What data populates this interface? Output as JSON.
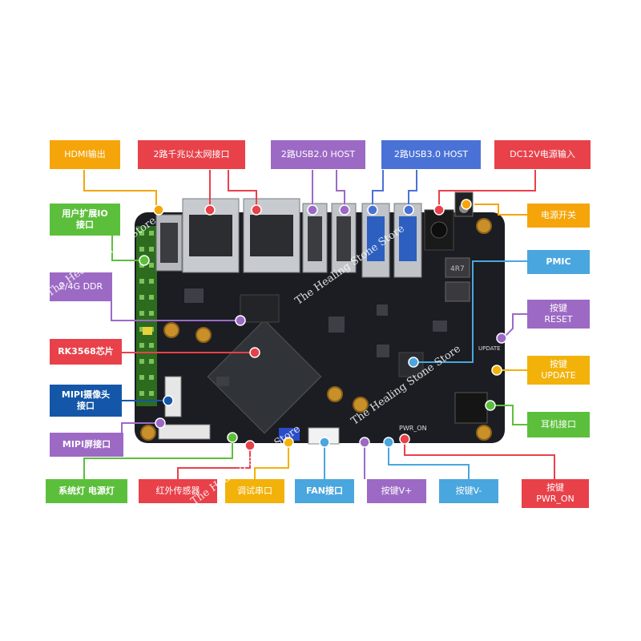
{
  "colors": {
    "orange": "#f5a50a",
    "red": "#e8414a",
    "purple": "#9c6ac4",
    "blue": "#4a72d6",
    "green": "#5cbf3c",
    "cyan": "#4aa6de",
    "gold": "#f2b20a",
    "navy": "#1457a8",
    "board": "#1b1d22"
  },
  "labels": {
    "hdmi": "HDMI输出",
    "ethernet": "2路千兆以太网接口",
    "usb2": "2路USB2.0 HOST",
    "usb3": "2路USB3.0 HOST",
    "dc_power": "DC12V电源输入",
    "user_io": "用户扩展IO\n接口",
    "power_switch": "电源开关",
    "ddr": "2/4G DDR",
    "pmic": "PMIC",
    "reset": "按键\nRESET",
    "rk3568": "RK3568芯片",
    "update": "按键\nUPDATE",
    "mipi_cam": "MIPI摄像头\n接口",
    "headphone": "耳机接口",
    "mipi_screen": "MIPI屏接口",
    "sys_led": "系统灯 电源灯",
    "ir": "红外传感器",
    "debug_uart": "调试串口",
    "fan": "FAN接口",
    "vol_up": "按键V+",
    "vol_down": "按键V-",
    "pwr_on": "按键\nPWR_ON"
  },
  "board_text": {
    "pwr_on": "PWR_ON",
    "update": "UPDATE",
    "chip_marking": "4R7"
  },
  "watermark": "The Healing Stone Store"
}
